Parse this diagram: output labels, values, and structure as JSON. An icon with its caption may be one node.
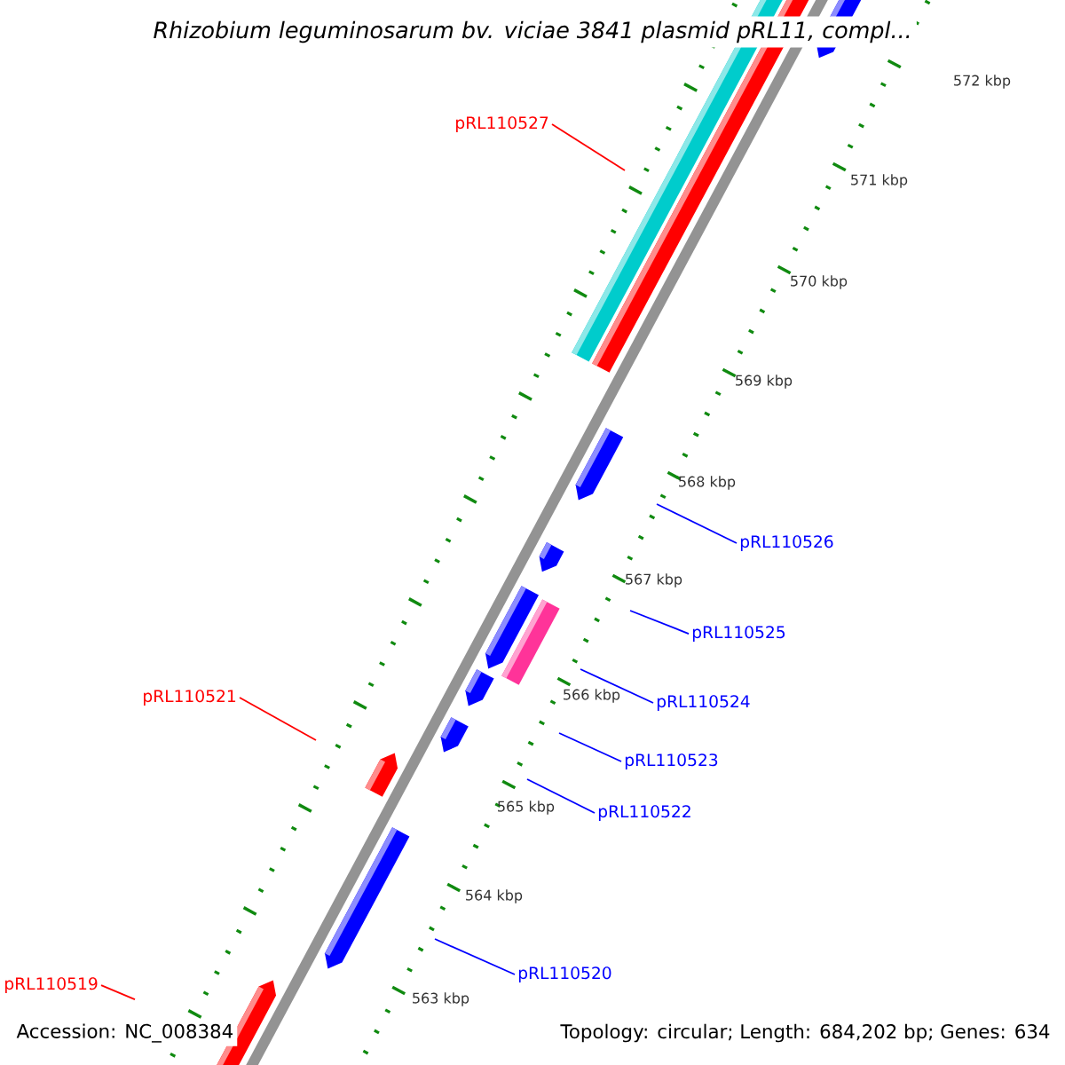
{
  "diagram": {
    "title": "Rhizobium leguminosarum bv. viciae 3841 plasmid pRL11, compl...",
    "nodes": [
      {
        "text": [
          "pRL110527"
        ]
      },
      {
        "text": [
          "pRL110526"
        ]
      },
      {
        "text": [
          "pRL110525"
        ]
      },
      {
        "text": [
          "pRL110521"
        ]
      },
      {
        "text": [
          "pRL110524"
        ]
      },
      {
        "text": [
          "pRL110523"
        ]
      },
      {
        "text": [
          "pRL110522"
        ]
      },
      {
        "text": [
          "pRL110520"
        ]
      },
      {
        "text": [
          "pRL110519"
        ]
      }
    ],
    "edges": [
      {
        "from": 0,
        "to": null,
        "arrow": "none",
        "color": "#ff0000"
      },
      {
        "from": 1,
        "to": null,
        "arrow": "none"
      },
      {
        "from": 2,
        "to": null,
        "arrow": "none"
      },
      {
        "from": 3,
        "to": null,
        "arrow": "none",
        "color": "#ff0000"
      },
      {
        "from": 4,
        "to": null,
        "arrow": "none"
      },
      {
        "from": 5,
        "to": null,
        "arrow": "none"
      },
      {
        "from": 6,
        "to": null,
        "arrow": "none"
      },
      {
        "from": 7,
        "to": null,
        "arrow": "none"
      },
      {
        "from": 8,
        "to": null,
        "arrow": "none",
        "color": "#ff0000"
      }
    ],
    "labels": [
      "572 kbp",
      "571 kbp",
      "570 kbp",
      "569 kbp",
      "568 kbp",
      "567 kbp",
      "566 kbp",
      "565 kbp",
      "564 kbp",
      "563 kbp",
      "Accession: NC_008384",
      "Topology: circular; Length: 684,202 bp; Genes: 634"
    ]
  }
}
